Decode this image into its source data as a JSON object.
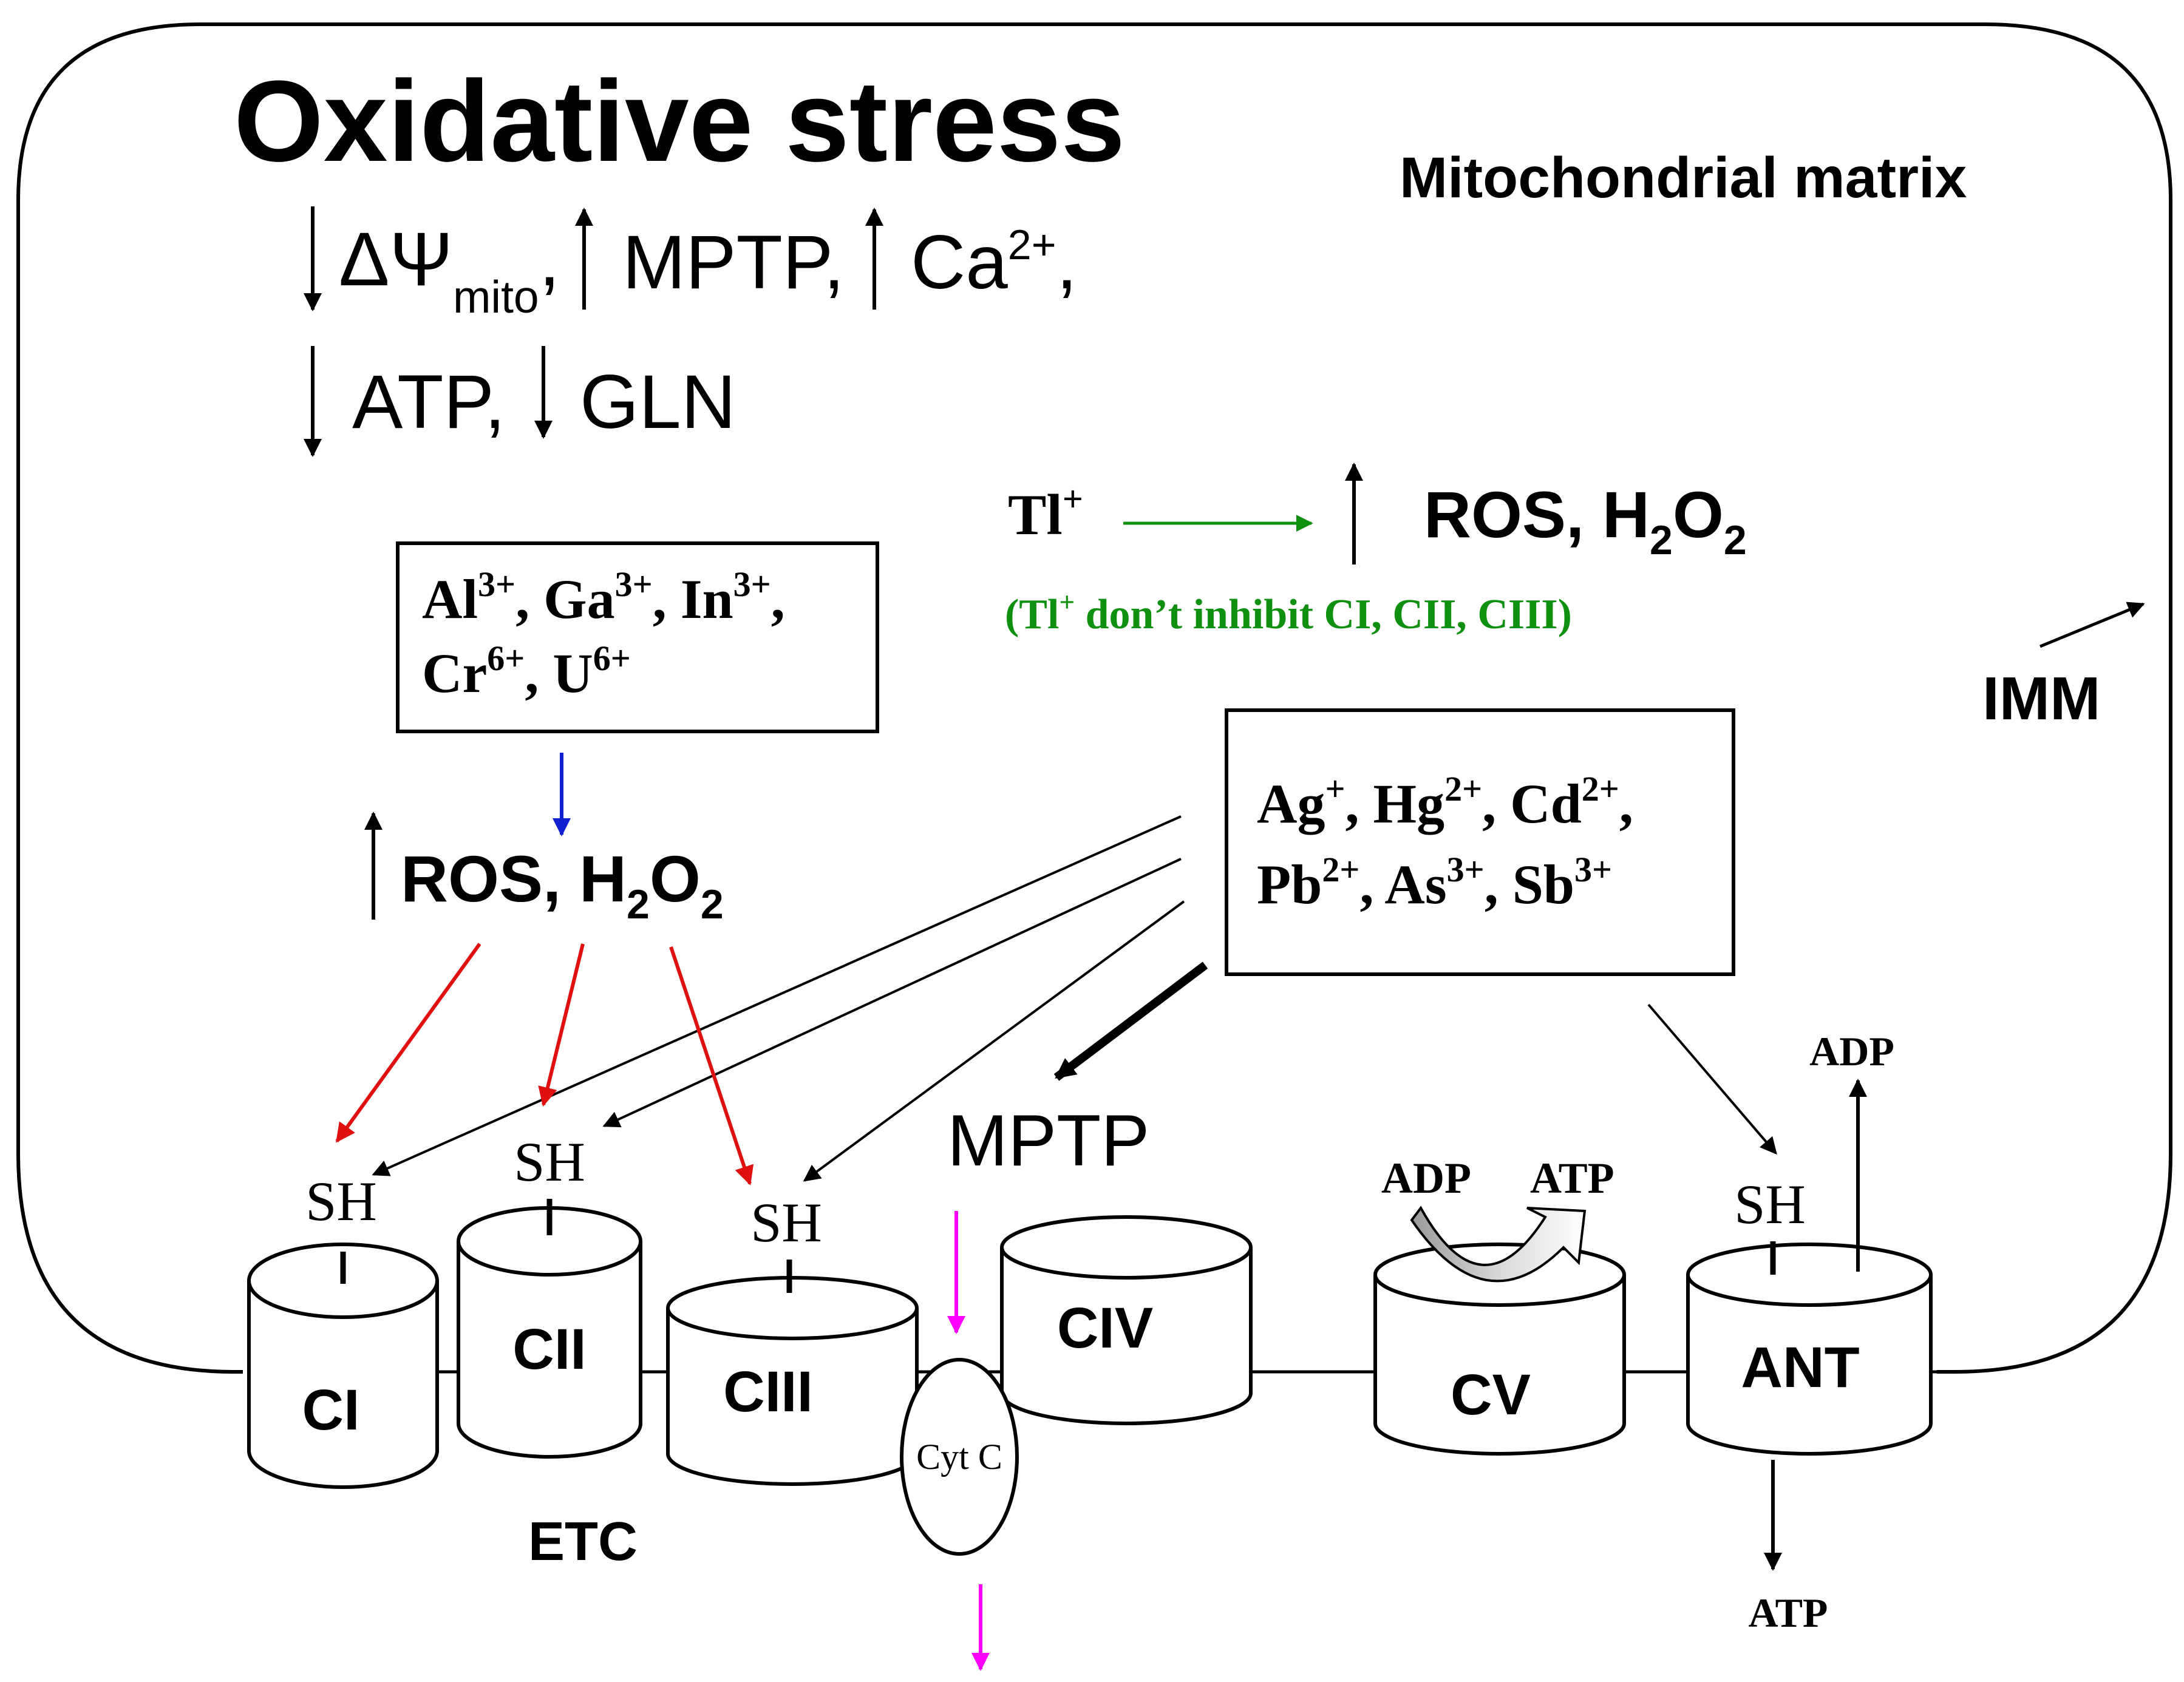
{
  "title": "Oxidative stress",
  "region_labels": {
    "matrix": "Mitochondrial matrix",
    "imm": "IMM",
    "etc": "ETC"
  },
  "effects": {
    "potential_symbol": "ΔΨ",
    "potential_subscript": "mito",
    "sep": ",",
    "mptp": "MPTP",
    "ca_base": "Ca",
    "ca_charge": "2+",
    "atp": "ATP",
    "gln": "GLN"
  },
  "metal_group_a": {
    "line1": [
      {
        "el": "Al",
        "charge": "3+",
        "sep": ","
      },
      {
        "el": "Ga",
        "charge": "3+",
        "sep": ","
      },
      {
        "el": "In",
        "charge": "3+",
        "sep": ","
      }
    ],
    "line2": [
      {
        "el": "Cr",
        "charge": "6+",
        "sep": ","
      },
      {
        "el": "U",
        "charge": "6+",
        "sep": ""
      }
    ]
  },
  "metal_group_b": {
    "line1": [
      {
        "el": "Ag",
        "charge": "+",
        "sep": ","
      },
      {
        "el": "Hg",
        "charge": "2+",
        "sep": ","
      },
      {
        "el": "Cd",
        "charge": "2+",
        "sep": ","
      }
    ],
    "line2": [
      {
        "el": "Pb",
        "charge": "2+",
        "sep": ","
      },
      {
        "el": "As",
        "charge": "3+",
        "sep": ","
      },
      {
        "el": "Sb",
        "charge": "3+",
        "sep": ""
      }
    ]
  },
  "ros": {
    "prefix": "ROS, H",
    "sub1": "2",
    "mid": "O",
    "sub2": "2"
  },
  "thallium": {
    "el": "Tl",
    "charge": "+",
    "note_open": "(Tl",
    "note_charge": "+",
    "note_rest": " don’t inhibit CI, CII, CIII)"
  },
  "complexes": {
    "ci": "CI",
    "cii": "CII",
    "ciii": "CIII",
    "civ": "CIV",
    "cv": "CV",
    "ant": "ANT",
    "cytc": "Cyt C"
  },
  "sh_label": "SH",
  "mptp_label": "MPTP",
  "nucleotides": {
    "adp": "ADP",
    "atp": "ATP"
  },
  "colors": {
    "red": "#e01010",
    "blue": "#1020d0",
    "green": "#109010",
    "magenta": "#ff00ff",
    "black": "#000000"
  }
}
